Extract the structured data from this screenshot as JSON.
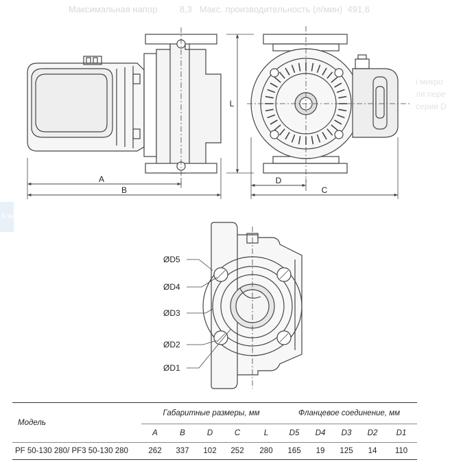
{
  "background_fragments": {
    "top_line": "Максимальная напор         8,3\nМакс. производительность (л/мин)   491,6",
    "right_line_1": "i микро",
    "right_line_2": "ля пере",
    "right_line_3": "серии D",
    "side_tab": "Ком"
  },
  "drawing": {
    "labels": {
      "A": "A",
      "B": "B",
      "L": "L",
      "D": "D",
      "C": "C",
      "D5": "ØD5",
      "D4": "ØD4",
      "D3": "ØD3",
      "D2": "ØD2",
      "D1": "ØD1"
    }
  },
  "table": {
    "model_header": "Модель",
    "group_overall": "Габаритные размеры, мм",
    "group_flange": "Фланцевое соединение, мм",
    "overall_columns": [
      "A",
      "B",
      "D",
      "C",
      "L"
    ],
    "flange_columns": [
      "D5",
      "D4",
      "D3",
      "D2",
      "D1"
    ],
    "rows": [
      {
        "model": "PF 50-130 280/ PF3 50-130 280",
        "overall": [
          "262",
          "337",
          "102",
          "252",
          "280"
        ],
        "flange": [
          "165",
          "19",
          "125",
          "14",
          "110"
        ]
      }
    ]
  }
}
